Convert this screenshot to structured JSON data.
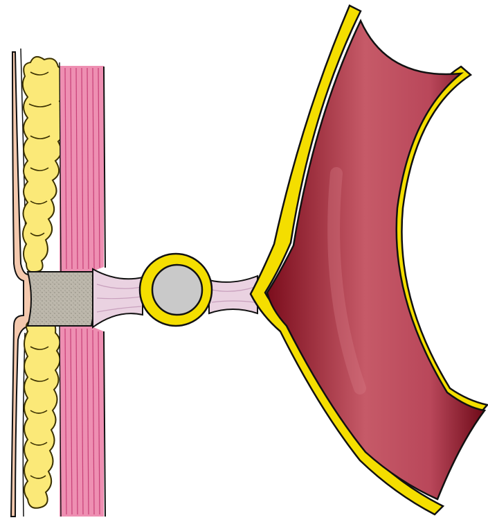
{
  "diagram": {
    "labels": [],
    "colors": {
      "skin": "#f4c9ae",
      "fat": "#fbe978",
      "fat_outline": "#3a3000",
      "muscle": "#ee8fb2",
      "muscle_fibers": "#c73f77",
      "scar": "#bdb8ac",
      "stalk": "#ead2e1",
      "ring": "#f4de00",
      "ring_core": "#c9c9c9",
      "organ_wall": "#f4de00",
      "organ_inner_dark": "#7b0d1c",
      "organ_inner_light": "#c65a68",
      "outline": "#111111"
    },
    "parts": [
      "skin-layer",
      "subcutaneous-fat",
      "muscle-layer",
      "defect-plug",
      "connecting-stalk",
      "ring-structure",
      "hollow-organ"
    ]
  }
}
